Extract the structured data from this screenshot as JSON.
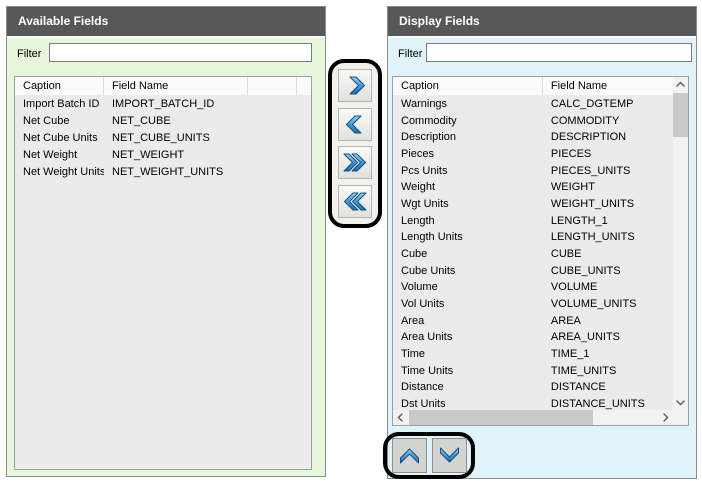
{
  "colors": {
    "header_bar": "#575757",
    "available_panel_bg": "#e7f7dc",
    "display_panel_bg": "#dff3f8",
    "list_bg": "#ebebeb",
    "arrow_blue": "#2f7fc1",
    "highlight_outline": "#000000"
  },
  "available_panel": {
    "title": "Available Fields",
    "filter_label": "Filter",
    "filter_value": "",
    "columns": {
      "caption": "Caption",
      "field_name": "Field Name"
    },
    "rows": [
      {
        "caption": "Import Batch ID",
        "field_name": "IMPORT_BATCH_ID"
      },
      {
        "caption": "Net Cube",
        "field_name": "NET_CUBE"
      },
      {
        "caption": "Net Cube Units",
        "field_name": "NET_CUBE_UNITS"
      },
      {
        "caption": "Net Weight",
        "field_name": "NET_WEIGHT"
      },
      {
        "caption": "Net Weight Units",
        "field_name": "NET_WEIGHT_UNITS"
      }
    ]
  },
  "display_panel": {
    "title": "Display Fields",
    "filter_label": "Filter",
    "filter_value": "",
    "columns": {
      "caption": "Caption",
      "field_name": "Field Name"
    },
    "rows": [
      {
        "caption": "Warnings",
        "field_name": "CALC_DGTEMP"
      },
      {
        "caption": "Commodity",
        "field_name": "COMMODITY"
      },
      {
        "caption": "Description",
        "field_name": "DESCRIPTION"
      },
      {
        "caption": "Pieces",
        "field_name": "PIECES"
      },
      {
        "caption": "Pcs Units",
        "field_name": "PIECES_UNITS"
      },
      {
        "caption": "Weight",
        "field_name": "WEIGHT"
      },
      {
        "caption": "Wgt Units",
        "field_name": "WEIGHT_UNITS"
      },
      {
        "caption": "Length",
        "field_name": "LENGTH_1"
      },
      {
        "caption": "Length Units",
        "field_name": "LENGTH_UNITS"
      },
      {
        "caption": "Cube",
        "field_name": "CUBE"
      },
      {
        "caption": "Cube Units",
        "field_name": "CUBE_UNITS"
      },
      {
        "caption": "Volume",
        "field_name": "VOLUME"
      },
      {
        "caption": "Vol Units",
        "field_name": "VOLUME_UNITS"
      },
      {
        "caption": "Area",
        "field_name": "AREA"
      },
      {
        "caption": "Area Units",
        "field_name": "AREA_UNITS"
      },
      {
        "caption": "Time",
        "field_name": "TIME_1"
      },
      {
        "caption": "Time Units",
        "field_name": "TIME_UNITS"
      },
      {
        "caption": "Distance",
        "field_name": "DISTANCE"
      },
      {
        "caption": "Dst Units",
        "field_name": "DISTANCE_UNITS"
      }
    ]
  },
  "transfer_buttons": [
    {
      "icon": "chevron-right-icon",
      "action": "move-selected-to-display"
    },
    {
      "icon": "chevron-left-icon",
      "action": "move-selected-to-available"
    },
    {
      "icon": "double-chevron-right-icon",
      "action": "move-all-to-display"
    },
    {
      "icon": "double-chevron-left-icon",
      "action": "move-all-to-available"
    }
  ],
  "reorder_buttons": [
    {
      "icon": "chevron-up-icon",
      "action": "move-up"
    },
    {
      "icon": "chevron-down-icon",
      "action": "move-down"
    }
  ]
}
